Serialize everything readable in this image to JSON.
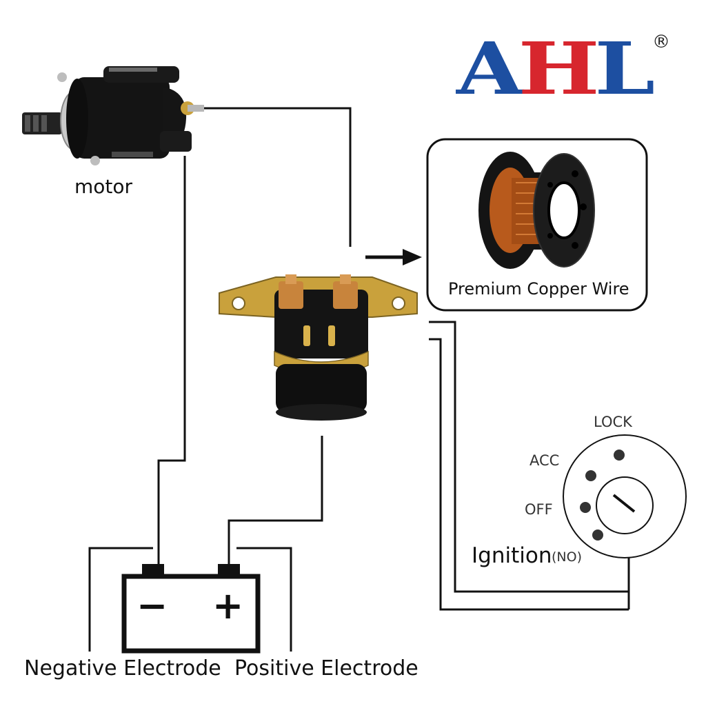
{
  "logo": {
    "letters": [
      "A",
      "H",
      "L"
    ],
    "registered_mark": "®",
    "colors": {
      "blue": "#1d4fa1",
      "red": "#d7262e"
    }
  },
  "components": {
    "motor_label": "motor",
    "copper_wire_label": "Premium Copper Wire",
    "ignition_label": "Ignition",
    "ignition_sub_label": "(NO)",
    "ignition_positions": {
      "lock": "LOCK",
      "acc": "ACC",
      "off": "OFF"
    },
    "battery": {
      "minus_symbol": "−",
      "plus_symbol": "+",
      "negative_label": "Negative Electrode",
      "positive_label": "Positive Electrode"
    }
  },
  "icons": [
    "starter-motor-icon",
    "solenoid-relay-icon",
    "copper-wire-spool-icon",
    "battery-icon",
    "ignition-switch-icon",
    "arrow-right-icon"
  ],
  "colors": {
    "wire": "#111111",
    "copper": "#b85a1c",
    "brass": "#c9a13c",
    "body": "#111111"
  }
}
